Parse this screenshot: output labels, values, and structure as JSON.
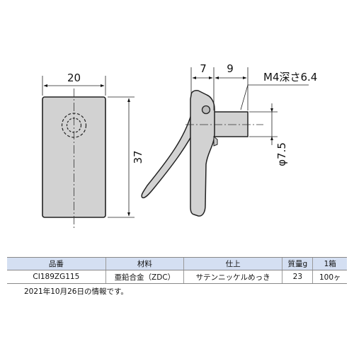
{
  "dimensions": {
    "width_front": "20",
    "height_front": "37",
    "lever_offset": "7",
    "boss_length": "9",
    "boss_diameter": "φ7.5",
    "thread_note": "M4深さ6.4"
  },
  "colors": {
    "part_fill": "#d2d2d2",
    "outline": "#222222",
    "header_bg": "#d4dff2"
  },
  "spec_table": {
    "headers": [
      "品番",
      "材料",
      "仕上",
      "質量g",
      "1箱"
    ],
    "row": [
      "CI189ZG115",
      "亜鉛合金（ZDC）",
      "サテンニッケルめっき",
      "23",
      "100ヶ"
    ]
  },
  "note": "2021年10月26日の情報です。"
}
